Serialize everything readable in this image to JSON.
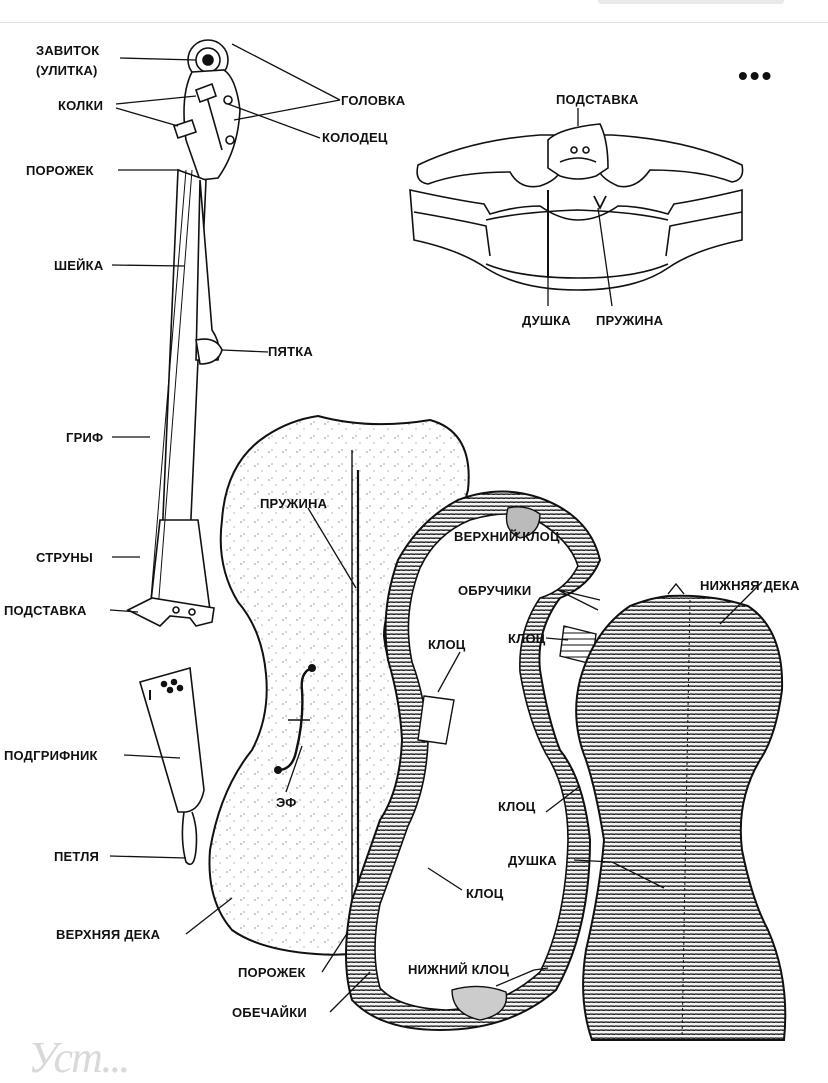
{
  "menu": {
    "more_icon": "more-horizontal-icon",
    "more_glyph": "•••"
  },
  "watermark": "Уст...",
  "labels": {
    "scroll": "ЗАВИТОК",
    "scroll_alt": "(УЛИТКА)",
    "pegs": "КОЛКИ",
    "head": "ГОЛОВКА",
    "pegbox": "КОЛОДЕЦ",
    "nut_top": "ПОРОЖЕК",
    "neck": "ШЕЙКА",
    "heel": "ПЯТКА",
    "fingerboard": "ГРИФ",
    "strings": "СТРУНЫ",
    "bridge_left": "ПОДСТАВКА",
    "tailpiece": "ПОДГРИФНИК",
    "loop": "ПЕТЛЯ",
    "top_plate": "ВЕРХНЯЯ ДЕКА",
    "nut_bottom": "ПОРОЖЕК",
    "ribs": "ОБЕЧАЙКИ",
    "f_hole": "ЭФ",
    "bass_bar_inner": "ПРУЖИНА",
    "upper_block": "ВЕРХНИЙ КЛОЦ",
    "linings": "ОБРУЧИКИ",
    "block_a": "КЛОЦ",
    "block_b": "КЛОЦ",
    "block_c": "КЛОЦ",
    "block_d": "КЛОЦ",
    "back_plate": "НИЖНЯЯ ДЕКА",
    "soundpost_inner": "ДУШКА",
    "lower_block": "НИЖНИЙ КЛОЦ",
    "bridge_top": "ПОДСТАВКА",
    "soundpost_top": "ДУШКА",
    "bass_bar_top": "ПРУЖИНА"
  }
}
